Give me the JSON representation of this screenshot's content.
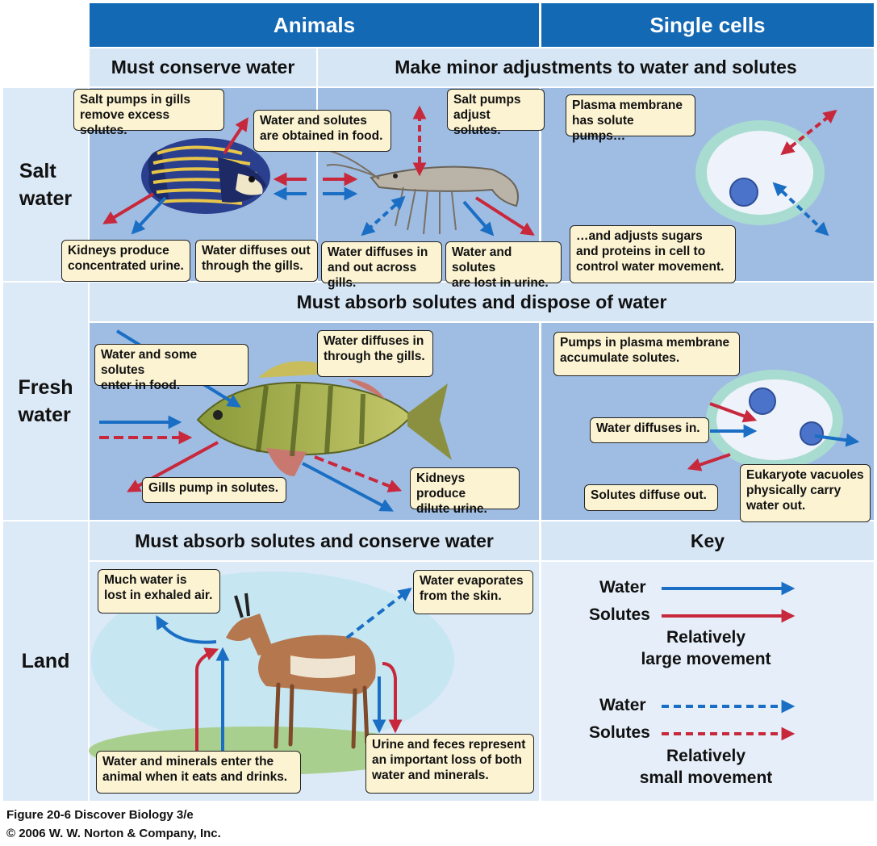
{
  "headers": {
    "animals": "Animals",
    "single_cells": "Single cells"
  },
  "subheaders": {
    "must_conserve": "Must conserve water",
    "minor_adjust": "Make minor adjustments to water and solutes",
    "absorb_dispose": "Must absorb solutes and dispose of water",
    "absorb_conserve": "Must absorb solutes and conserve water",
    "key": "Key"
  },
  "rows": {
    "salt": "Salt\nwater",
    "fresh": "Fresh\nwater",
    "land": "Land"
  },
  "callouts": {
    "salt_pumps_gills": "Salt pumps in gills\nremove excess solutes.",
    "water_solutes_food": "Water and solutes\nare obtained in food.",
    "salt_pumps_adjust": "Salt pumps\nadjust solutes.",
    "plasma_membrane": "Plasma membrane\nhas solute pumps…",
    "kidneys_concentrated": "Kidneys produce\nconcentrated urine.",
    "water_diffuses_out": "Water diffuses out\nthrough the gills.",
    "water_diffuses_inout": "Water diffuses in\nand out across gills.",
    "lost_in_urine": "Water and solutes\nare lost in urine.",
    "adjusts_sugars": "…and adjusts sugars\nand proteins in cell to\ncontrol water movement.",
    "water_some_solutes": "Water and some solutes\nenter in food.",
    "water_diffuses_in_gills": "Water diffuses in\nthrough the gills.",
    "pumps_accumulate": "Pumps in plasma membrane\naccumulate solutes.",
    "water_diffuses_in": "Water diffuses in.",
    "gills_pump": "Gills pump in solutes.",
    "kidneys_dilute": "Kidneys produce\ndilute urine.",
    "solutes_diffuse_out": "Solutes diffuse out.",
    "vacuoles": "Eukaryote vacuoles\nphysically carry\nwater out.",
    "exhaled": "Much water is\nlost in exhaled air.",
    "evaporates": "Water evaporates\nfrom the skin.",
    "minerals_enter": "Water and minerals enter the\nanimal when it eats and drinks.",
    "urine_feces": "Urine and feces represent\nan important loss of both\nwater and minerals."
  },
  "key": {
    "water1": "Water",
    "solutes1": "Solutes",
    "large": "Relatively\nlarge movement",
    "water2": "Water",
    "solutes2": "Solutes",
    "small": "Relatively\nsmall movement"
  },
  "colors": {
    "water": "#1a6fc4",
    "solutes": "#c8283c",
    "header": "#1469b5"
  },
  "footer": {
    "figure": "Figure 20-6  Discover Biology 3/e",
    "copyright": "© 2006 W. W. Norton & Company, Inc."
  }
}
